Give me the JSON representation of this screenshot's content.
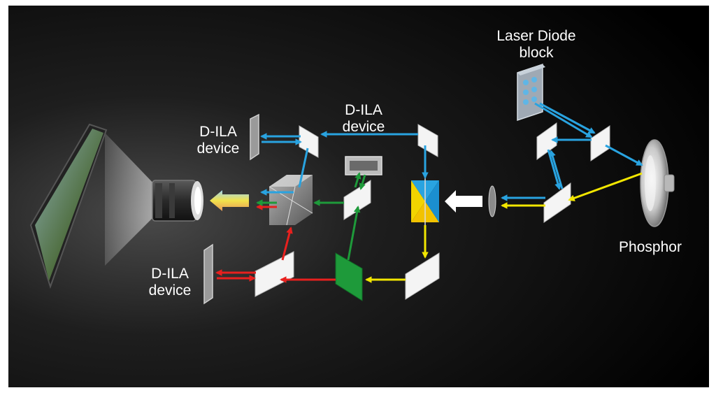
{
  "labels": {
    "laser_line1": "Laser Diode",
    "laser_line2": "block",
    "dila_top_line1": "D-ILA",
    "dila_top_line2": "device",
    "dila_left_line1": "D-ILA",
    "dila_left_line2": "device",
    "dila_bottom_line1": "D-ILA",
    "dila_bottom_line2": "device",
    "phosphor": "Phosphor"
  },
  "colors": {
    "background": "#000000",
    "blue_light": "#29a3e0",
    "yellow_light": "#f2e600",
    "red_light": "#e8201e",
    "green_light": "#1e9a3a",
    "white_light": "#ffffff",
    "mirror": "#f2f2f2",
    "text": "#ffffff"
  },
  "icons": [
    "screen-icon",
    "lens-icon",
    "prism-icon",
    "laser-block-icon",
    "phosphor-wheel-icon",
    "dichroic-filter-icon",
    "condenser-lens-icon"
  ]
}
